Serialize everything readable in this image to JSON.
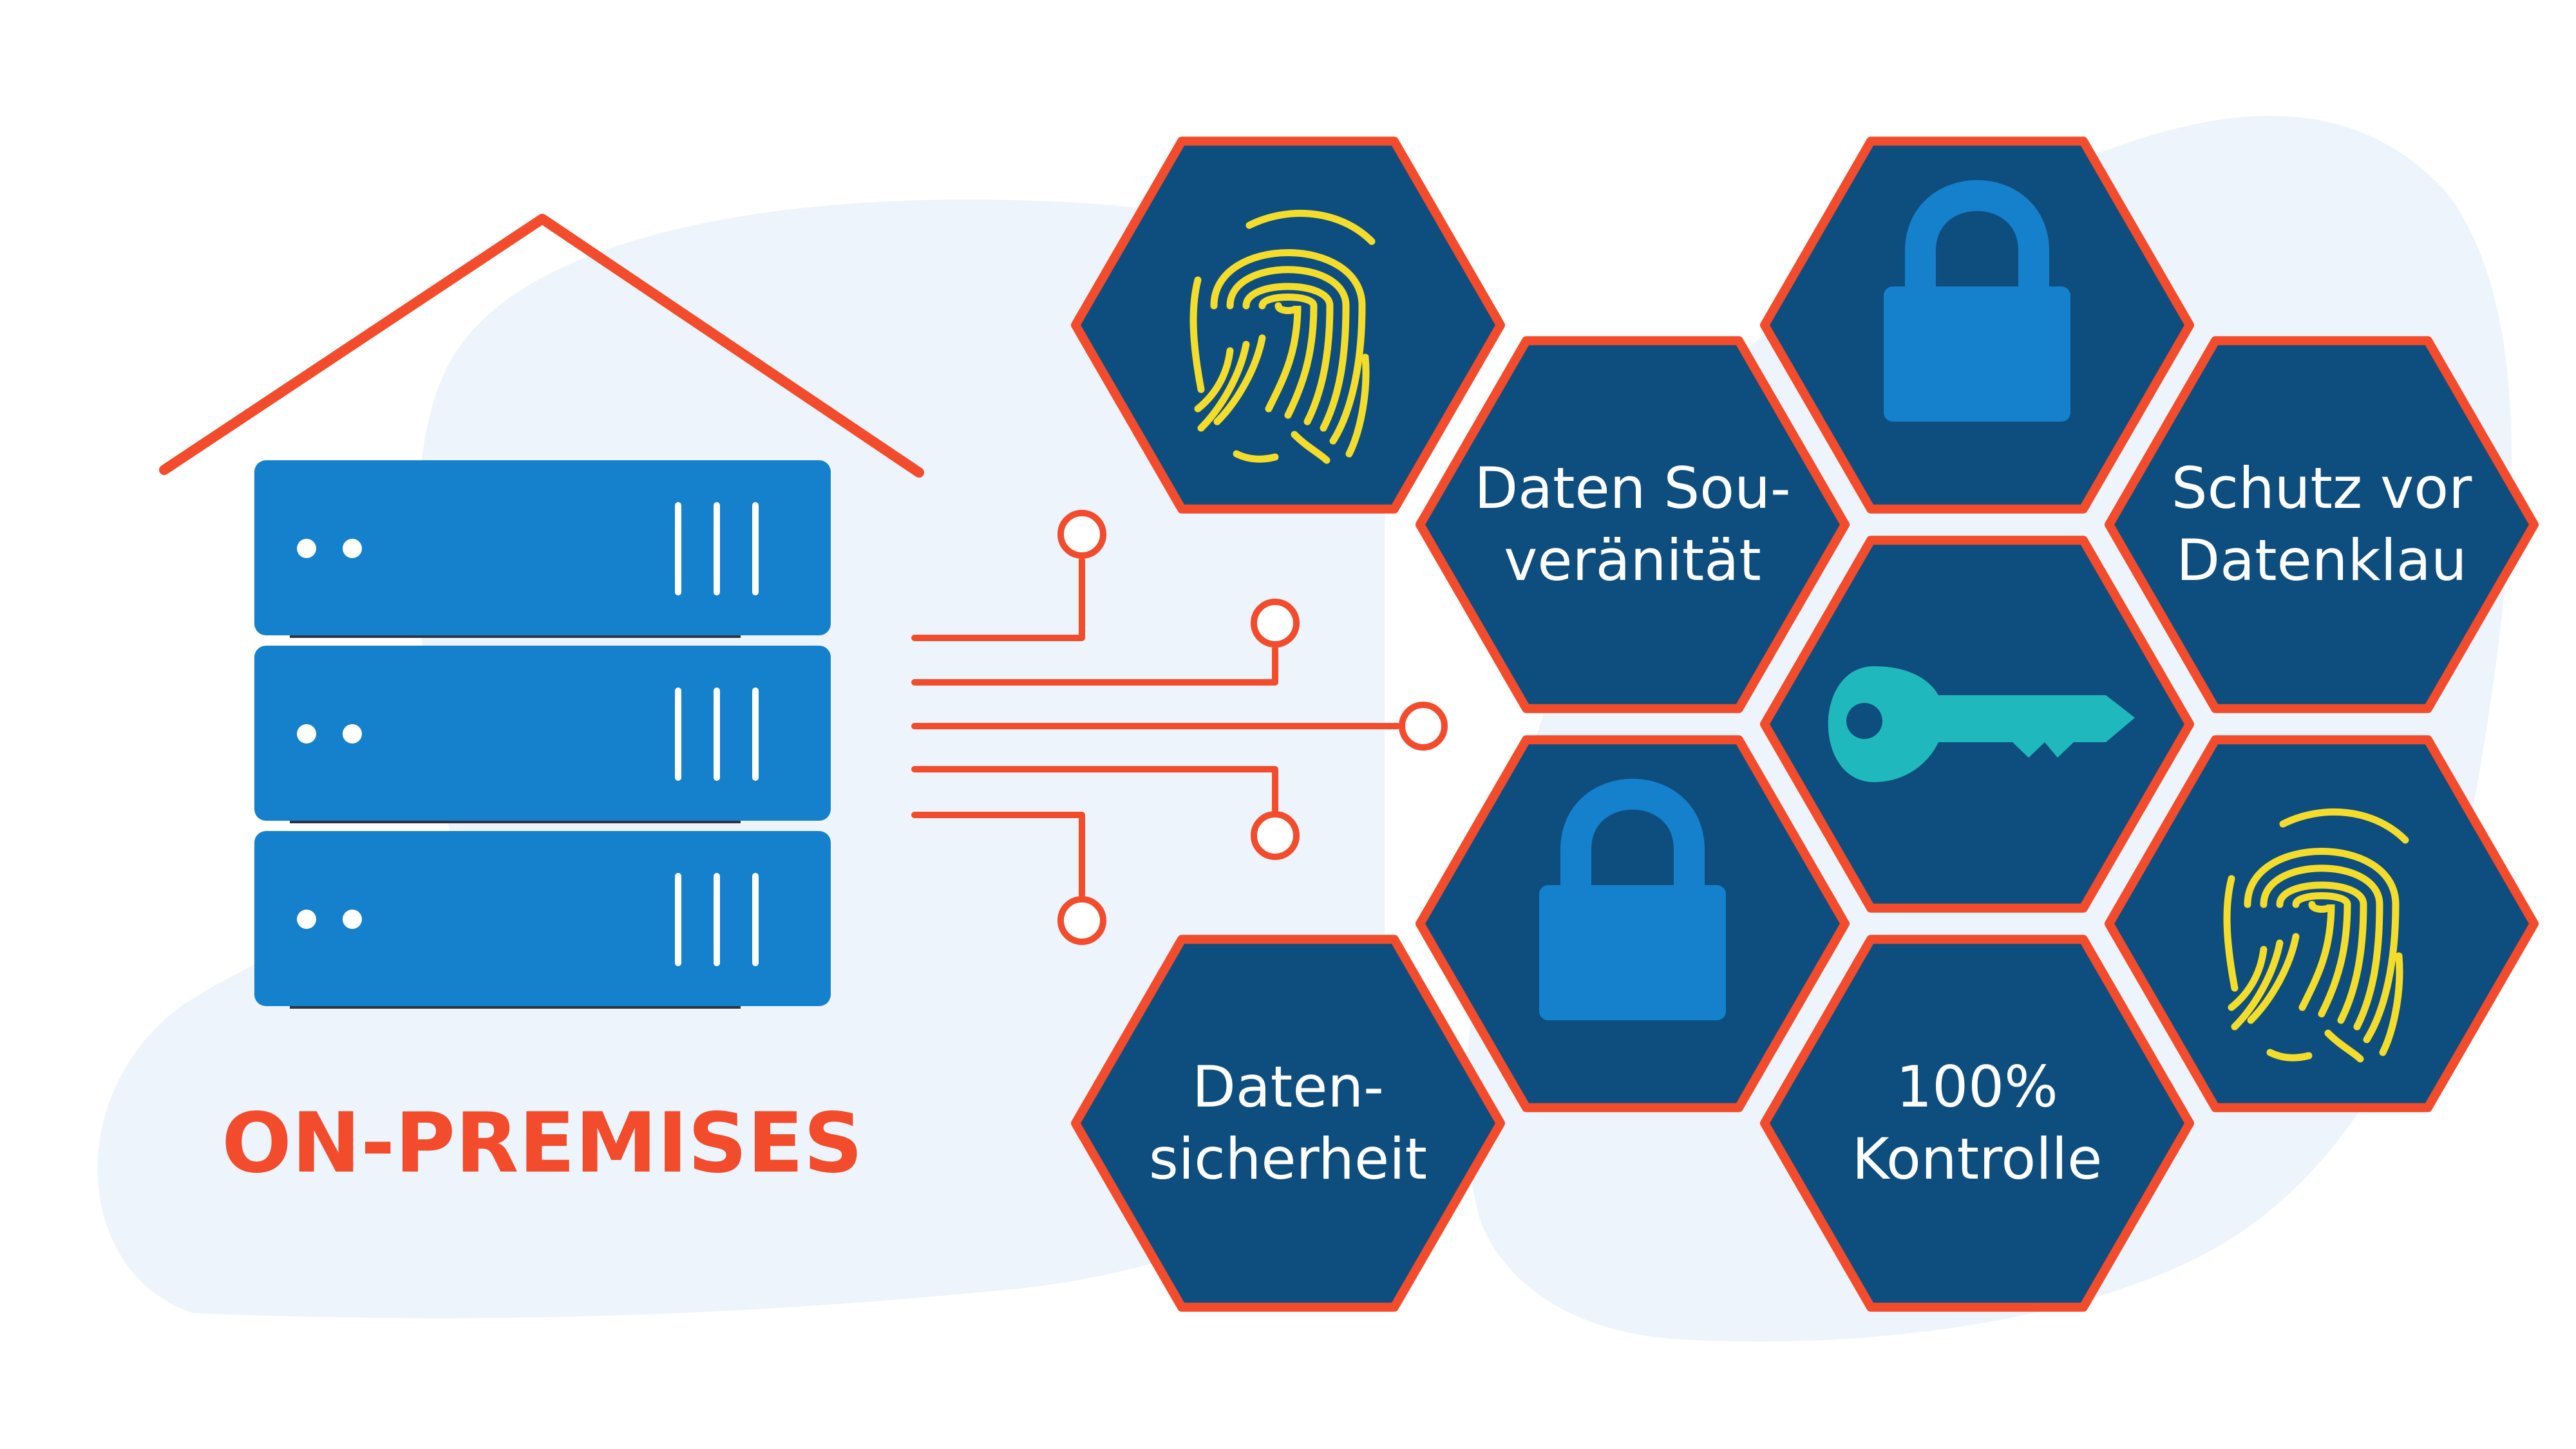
{
  "title": "ON-PREMISES",
  "colors": {
    "accent": "#f24c2c",
    "hex_fill": "#0e4e7e",
    "server_blue": "#1580cc",
    "fingerprint": "#f4dd2a",
    "lock": "#1580cc",
    "key": "#1fb9bd",
    "background_blob": "#edf4fb"
  },
  "hexagons": [
    {
      "kind": "icon",
      "icon": "fingerprint-icon"
    },
    {
      "kind": "label",
      "lines": [
        "Daten Sou-",
        "veränität"
      ]
    },
    {
      "kind": "icon",
      "icon": "lock-icon"
    },
    {
      "kind": "label",
      "lines": [
        "Schutz vor",
        "Datenklau"
      ]
    },
    {
      "kind": "icon",
      "icon": "key-icon"
    },
    {
      "kind": "icon",
      "icon": "lock-icon"
    },
    {
      "kind": "icon",
      "icon": "fingerprint-icon"
    },
    {
      "kind": "label",
      "lines": [
        "Daten-",
        "sicherheit"
      ]
    },
    {
      "kind": "label",
      "lines": [
        "100%",
        "Kontrolle"
      ]
    }
  ]
}
